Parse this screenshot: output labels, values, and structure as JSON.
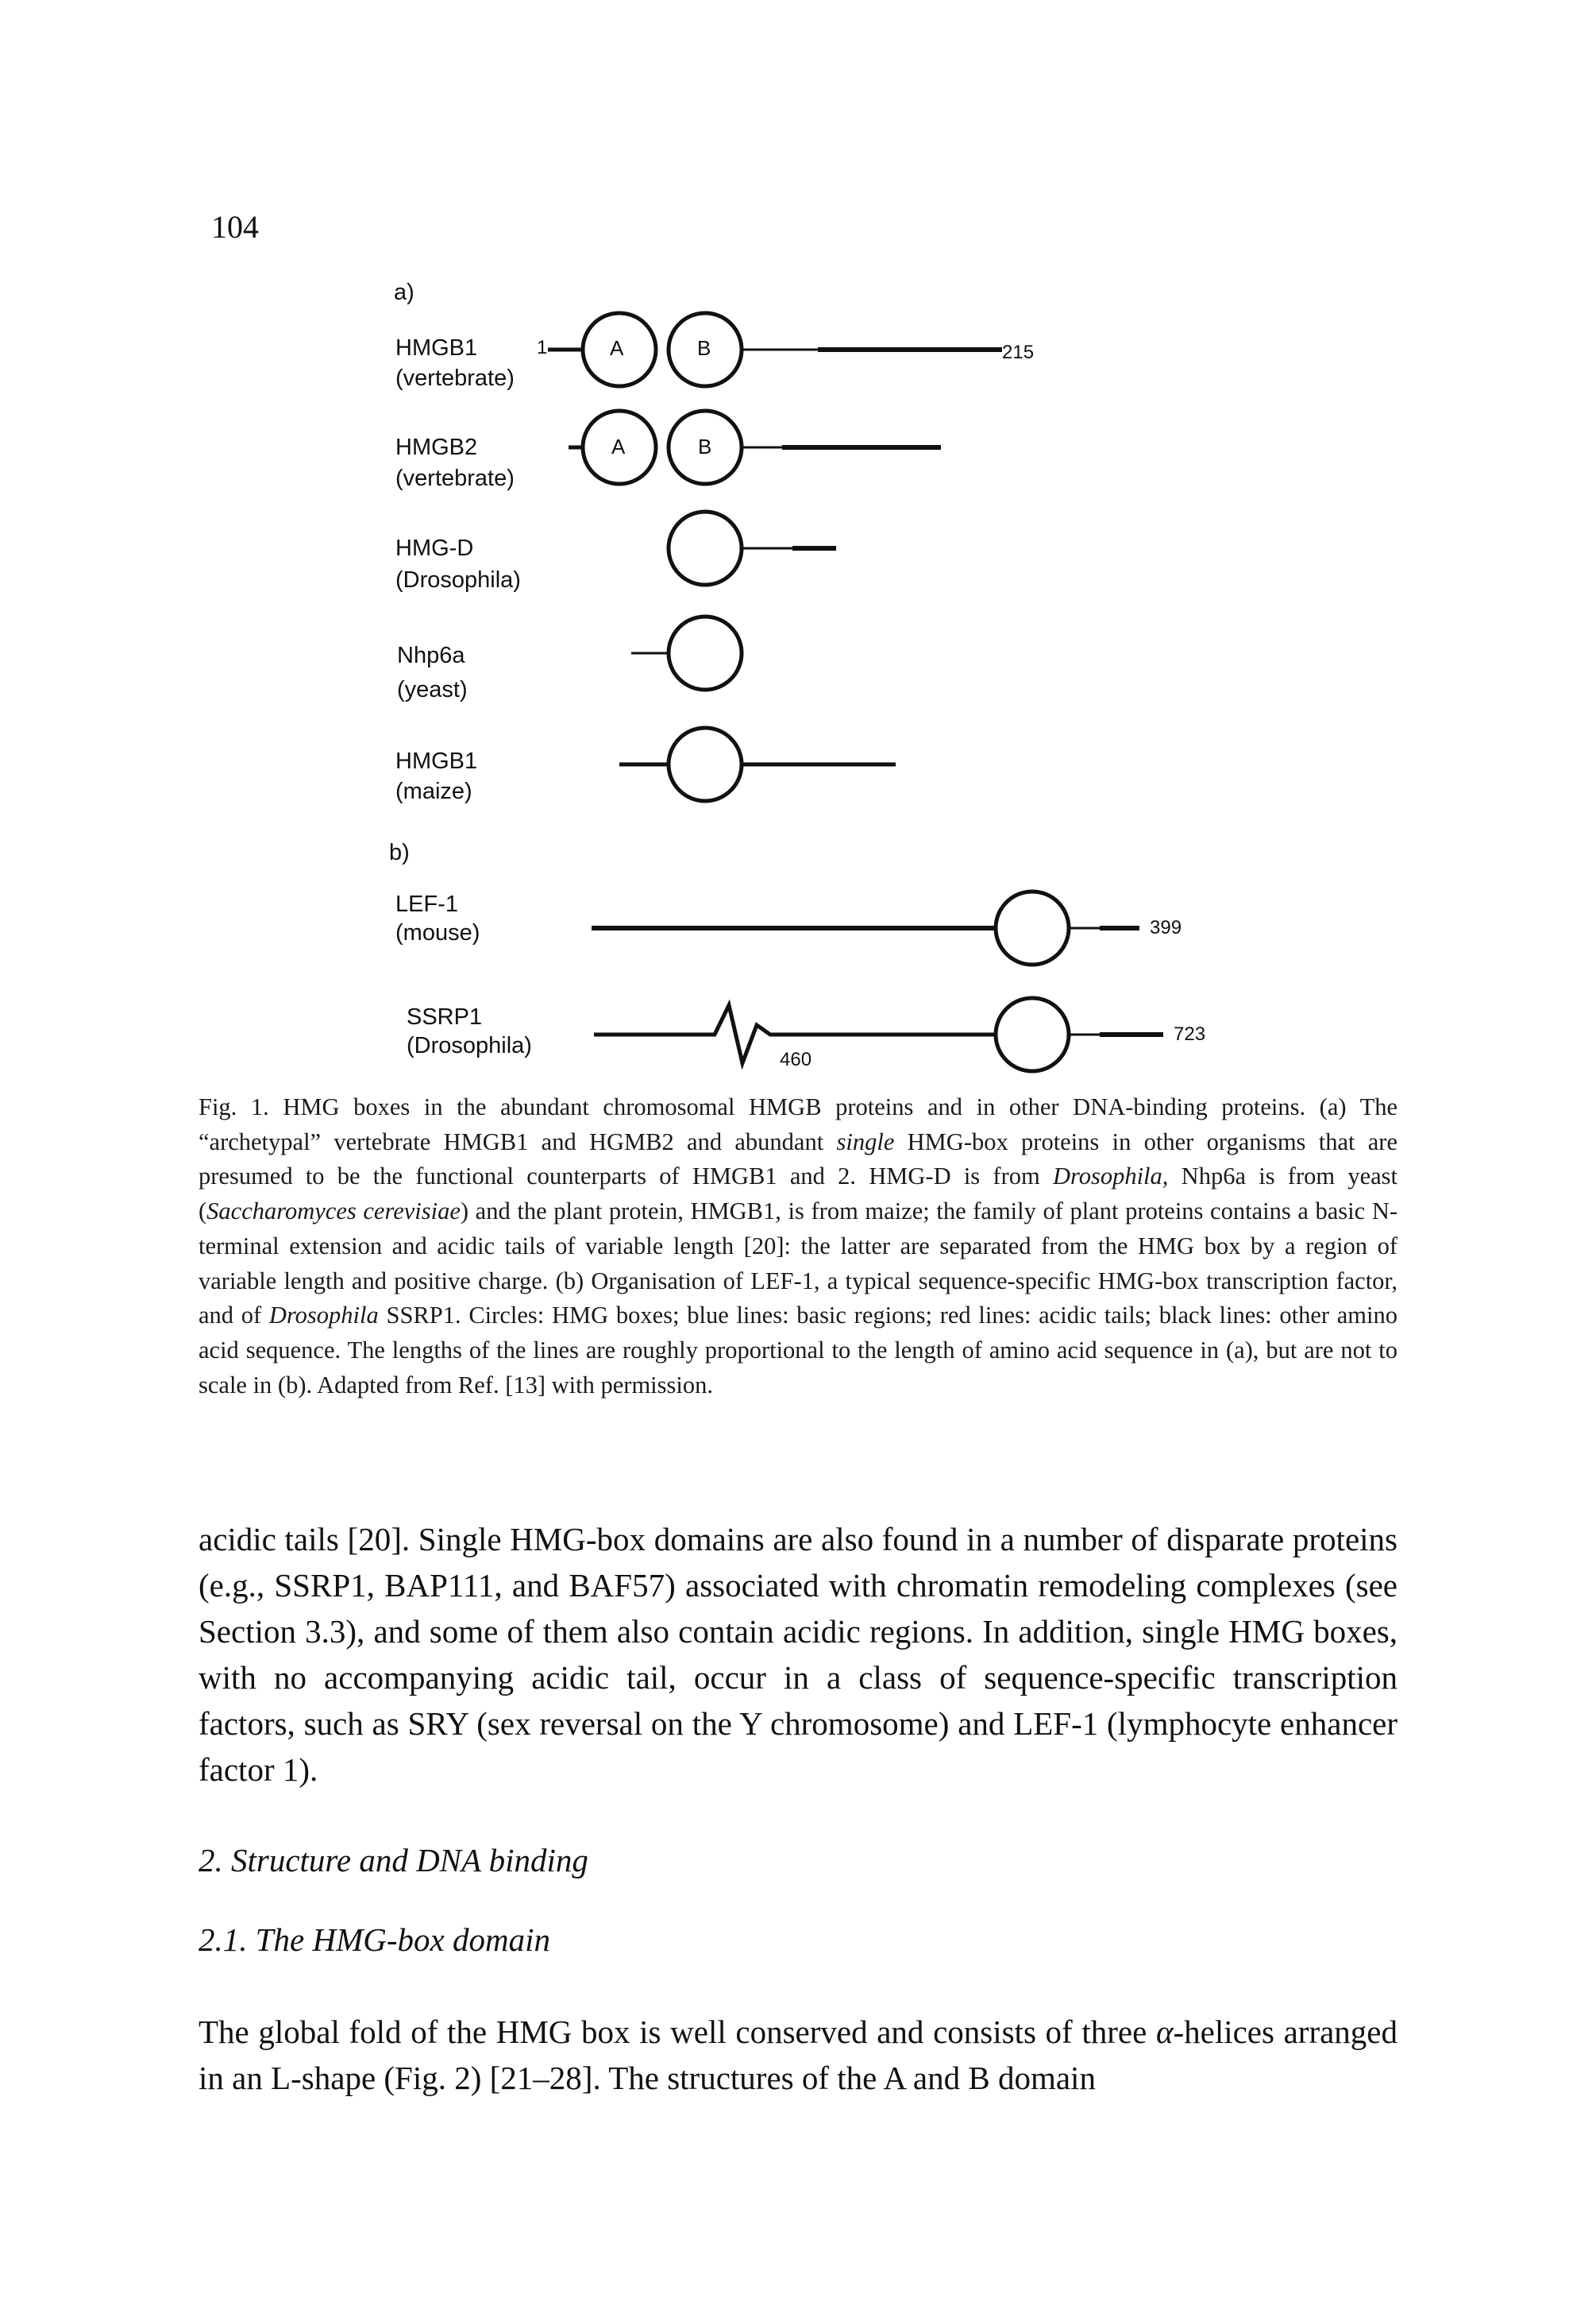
{
  "page": {
    "number": "104"
  },
  "figure": {
    "panel_a_label": "a)",
    "panel_b_label": "b)",
    "rows": [
      {
        "name": "HMGB1",
        "organism": "(vertebrate)",
        "start": "1",
        "end": "215",
        "boxes": [
          "A",
          "B"
        ]
      },
      {
        "name": "HMGB2",
        "organism": "(vertebrate)",
        "boxes": [
          "A",
          "B"
        ]
      },
      {
        "name": "HMG-D",
        "organism": "(Drosophila)"
      },
      {
        "name": "Nhp6a",
        "organism": "(yeast)"
      },
      {
        "name": "HMGB1",
        "organism": "(maize)"
      },
      {
        "name": "LEF-1",
        "organism": "(mouse)",
        "end": "399"
      },
      {
        "name": "SSRP1",
        "organism": "(Drosophila)",
        "end": "723",
        "break_label": "460"
      }
    ],
    "colors": {
      "line": "#111111",
      "circle": "#111111"
    }
  },
  "caption": {
    "lead": "Fig. 1. HMG boxes in the abundant chromosomal HMGB proteins and in other DNA-binding proteins. (a) The “archetypal” vertebrate HMGB1 and HGMB2 and abundant ",
    "single": "single",
    "mid1": " HMG-box proteins in other organisms that are presumed to be the functional counterparts of HMGB1 and 2. HMG-D is from ",
    "drosophila1": "Drosophila,",
    "mid2": " Nhp6a is from yeast (",
    "saccharomyces": "Saccharomyces cerevisiae",
    "mid3": ") and the plant protein, HMGB1, is from maize; the family of plant proteins contains a basic N-terminal extension and acidic tails of variable length [20]: the latter are separated from the HMG box by a region of variable length and positive charge. (b) Organisation of LEF-1, a typical sequence-specific HMG-box transcription factor, and of ",
    "drosophila2": "Drosophila",
    "tail": " SSRP1. Circles: HMG boxes; blue lines: basic regions; red lines: acidic tails; black lines: other amino acid sequence. The lengths of the lines are roughly proportional to the length of amino acid sequence in (a), but are not to scale in (b). Adapted from Ref. [13] with permission."
  },
  "body": {
    "paragraph1": "acidic tails [20]. Single HMG-box domains are also found in a number of disparate proteins (e.g., SSRP1, BAP111, and BAF57) associated with chromatin remodeling complexes (see Section 3.3), and some of them also contain acidic regions. In addition, single HMG boxes, with no accompanying acidic tail, occur in a class of sequence-specific transcription factors, such as SRY (sex reversal on the Y chromosome) and LEF-1 (lymphocyte enhancer factor 1).",
    "section_heading": "2. Structure and DNA binding",
    "subsection_heading": "2.1. The HMG-box domain",
    "paragraph2_pre": "The global fold of the HMG box is well conserved and consists of three ",
    "alpha": "α",
    "paragraph2_post": "-helices arranged in an L-shape (Fig. 2) [21–28]. The structures of the A and B domain"
  }
}
